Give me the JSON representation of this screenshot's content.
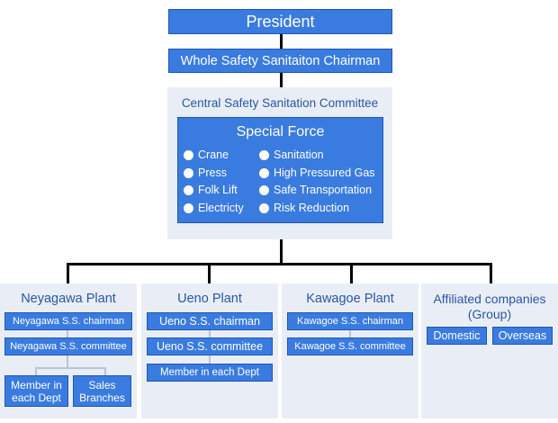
{
  "president": "President",
  "chairman": "Whole Safety Sanitaiton Chairman",
  "central": {
    "title": "Central Safety Sanitation Committee",
    "special_force": {
      "title": "Special Force",
      "left_items": [
        "Crane",
        "Press",
        "Folk Lift",
        "Electricty"
      ],
      "right_items": [
        "Sanitation",
        "High Pressured Gas",
        "Safe Transportation",
        "Risk Reduction"
      ]
    }
  },
  "neyagawa": {
    "title": "Neyagawa Plant",
    "chairman": "Neyagawa S.S. chairman",
    "committee": "Neyagawa S.S. committee",
    "member": "Member in each Dept",
    "sales": "Sales Branches"
  },
  "ueno": {
    "title": "Ueno Plant",
    "chairman": "Ueno S.S. chairman",
    "committee": "Ueno S.S. committee",
    "member": "Member in each Dept"
  },
  "kawagoe": {
    "title": "Kawagoe Plant",
    "chairman": "Kawagoe S.S. chairman",
    "committee": "Kawagoe S.S. committee"
  },
  "affiliated": {
    "title": "Affiliated companies (Group)",
    "domestic": "Domestic",
    "overseas": "Overseas"
  },
  "colors": {
    "box_fill": "#3a7be0",
    "box_border": "#1f56b8",
    "panel_fill": "#e9eef6",
    "title_text": "#2756a8",
    "connector": "#000000"
  }
}
